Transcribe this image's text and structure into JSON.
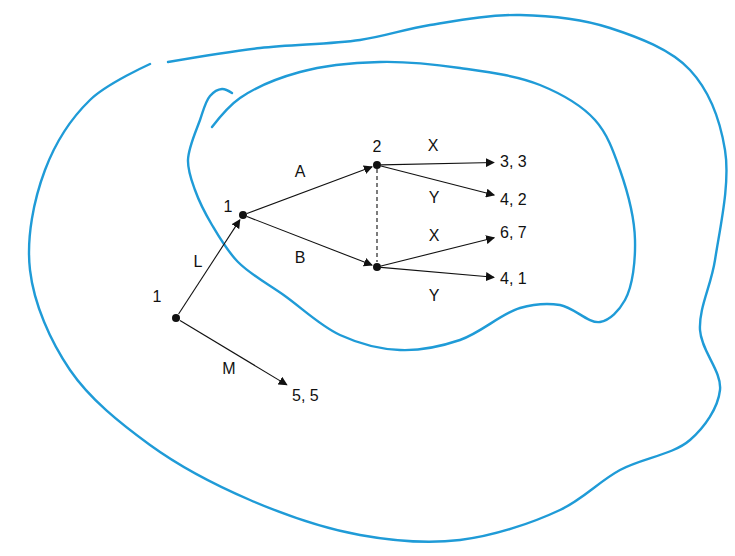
{
  "diagram": {
    "nodes": [
      {
        "text": [
          "1"
        ]
      },
      {
        "text": [
          "1"
        ]
      },
      {
        "text": [
          "2"
        ]
      },
      {
        "text": []
      },
      {
        "text": [
          "3, 3"
        ]
      },
      {
        "text": [
          "4, 2"
        ]
      },
      {
        "text": [
          "6, 7"
        ]
      },
      {
        "text": [
          "4, 1"
        ]
      },
      {
        "text": [
          "5, 5"
        ]
      }
    ],
    "edges": [
      {
        "from": 0,
        "to": 1,
        "arrow": "to",
        "label": "L"
      },
      {
        "from": 0,
        "to": 8,
        "arrow": "to",
        "label": "M"
      },
      {
        "from": 1,
        "to": 2,
        "arrow": "to",
        "label": "A"
      },
      {
        "from": 1,
        "to": 3,
        "arrow": "to",
        "label": "B"
      },
      {
        "from": 2,
        "to": 4,
        "arrow": "to",
        "label": "X"
      },
      {
        "from": 2,
        "to": 5,
        "arrow": "to",
        "label": "Y"
      },
      {
        "from": 3,
        "to": 6,
        "arrow": "to",
        "label": "X"
      },
      {
        "from": 3,
        "to": 7,
        "arrow": "to",
        "label": "Y"
      },
      {
        "from": 2,
        "to": 3,
        "arrow": "none"
      }
    ]
  }
}
